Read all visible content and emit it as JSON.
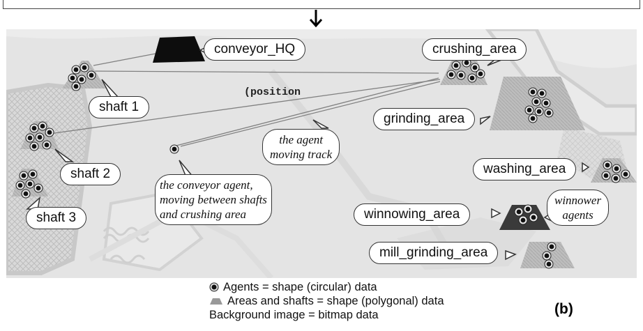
{
  "labels": {
    "conveyor_hq": "conveyor_HQ",
    "crushing_area": "crushing_area",
    "shaft1": "shaft 1",
    "shaft2": "shaft 2",
    "shaft3": "shaft 3",
    "grinding_area": "grinding_area",
    "washing_area": "washing_area",
    "winnowing_area": "winnowing_area",
    "mill_grinding_area": "mill_grinding_area",
    "position": "(position",
    "track_line1": "the agent",
    "track_line2": "moving track",
    "conveyor_line1": "the conveyor agent,",
    "conveyor_line2": "moving between shafts",
    "conveyor_line3": "and crushing area",
    "winnower_line1": "winnower",
    "winnower_line2": "agents"
  },
  "legend": {
    "agents": "Agents = shape (circular) data",
    "areas": "Areas and shafts = shape (polygonal) data",
    "background": "Background image = bitmap data"
  },
  "panel_label": "(b)"
}
